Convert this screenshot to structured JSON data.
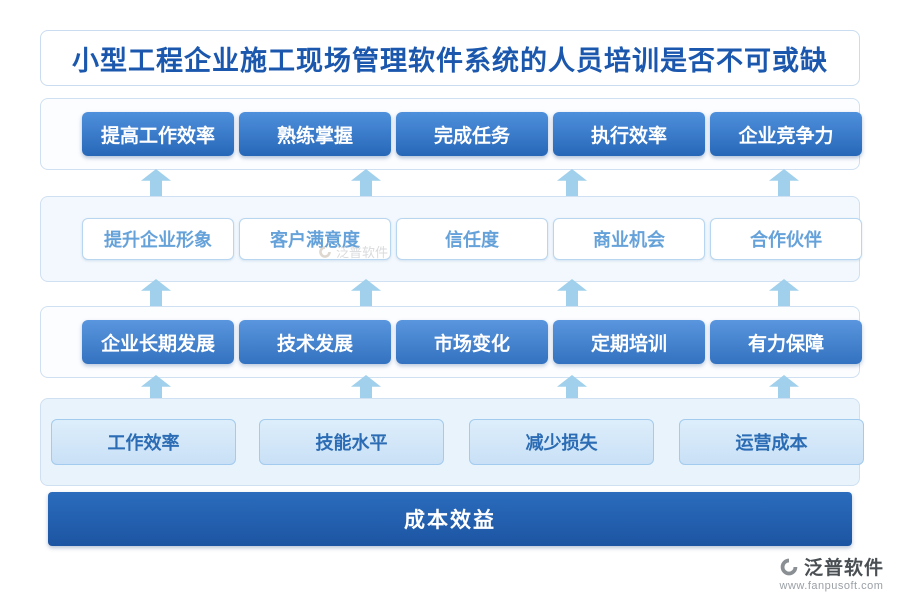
{
  "title": "小型工程企业施工现场管理软件系统的人员培训是否不可或缺",
  "level1": {
    "items": [
      "提高工作效率",
      "熟练掌握",
      "完成任务",
      "执行效率",
      "企业竞争力"
    ]
  },
  "level2": {
    "items": [
      "提升企业形象",
      "客户满意度",
      "信任度",
      "商业机会",
      "合作伙伴"
    ]
  },
  "level3": {
    "items": [
      "企业长期发展",
      "技术发展",
      "市场变化",
      "定期培训",
      "有力保障"
    ]
  },
  "level4": {
    "items": [
      "工作效率",
      "技能水平",
      "减少损失",
      "运营成本"
    ]
  },
  "bottom_bar": {
    "label": "成本效益"
  },
  "watermark": {
    "text": "泛普软件"
  },
  "footer": {
    "brand": "泛普软件",
    "url": "www.fanpusoft.com"
  },
  "colors": {
    "title_text": "#1a57ad",
    "node_dark": "#2767b8",
    "node_outline_text": "#66a2da",
    "node_light_bg": "#cfe3f7",
    "arrow": "#a0d0ec",
    "band_border": "#cfe0f2",
    "bottom_bar": "#1f5aa8"
  }
}
